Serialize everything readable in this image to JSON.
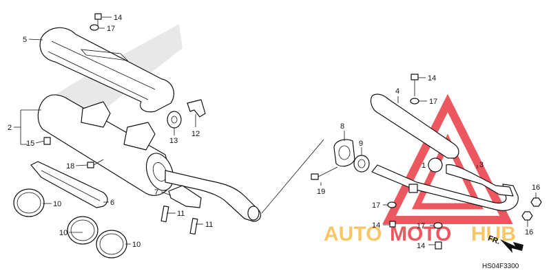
{
  "diagram": {
    "code": "HS04F3300",
    "direction_label": "FR.",
    "watermark": {
      "part1": "AUTO",
      "part2": "MOTO",
      "part3": "HUB",
      "color_orange": "#f5b335",
      "color_red": "#e8202a"
    },
    "labels": {
      "l14a": "14",
      "l17a": "17",
      "l5": "5",
      "l2": "2",
      "l15": "15",
      "l13": "13",
      "l12": "12",
      "l18": "18",
      "l6": "6",
      "l7": "7",
      "l10a": "10",
      "l10b": "10",
      "l10c": "10",
      "l11a": "11",
      "l11b": "11",
      "l8": "8",
      "l9": "9",
      "l19": "19",
      "l4": "4",
      "l14b": "14",
      "l17b": "17",
      "l1": "1",
      "l3": "3",
      "l16a": "16",
      "l16b": "16",
      "l17c": "17",
      "l17d": "17",
      "l14c": "14",
      "l14d": "14"
    }
  }
}
